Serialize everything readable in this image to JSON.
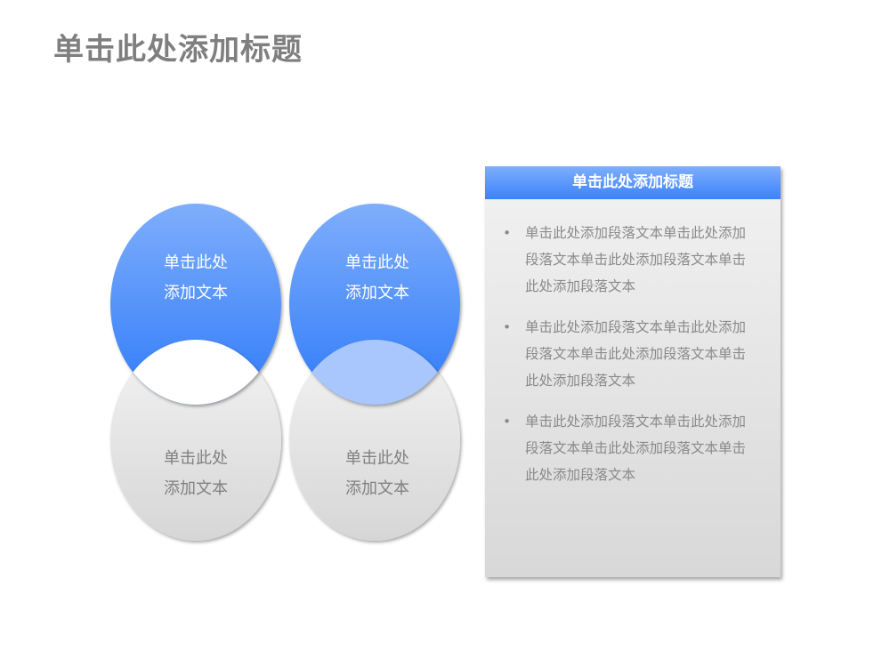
{
  "page": {
    "title": "单击此处添加标题"
  },
  "venn": {
    "colors": {
      "blue_top": "#7eaefc",
      "blue_bottom": "#2f7af8",
      "lens_blue": "#a9c7fd",
      "gray_top": "#f2f2f2",
      "gray_bottom": "#d6d6d6",
      "lens_white": "#ffffff"
    },
    "circles": [
      {
        "id": "top-left",
        "line1": "单击此处",
        "line2": "添加文本",
        "style": "blue"
      },
      {
        "id": "top-right",
        "line1": "单击此处",
        "line2": "添加文本",
        "style": "blue"
      },
      {
        "id": "bottom-left",
        "line1": "单击此处",
        "line2": "添加文本",
        "style": "gray"
      },
      {
        "id": "bottom-right",
        "line1": "单击此处",
        "line2": "添加文本",
        "style": "gray"
      }
    ]
  },
  "panel": {
    "header": "单击此处添加标题",
    "bullet_glyph": "•",
    "items": [
      {
        "text": "单击此处添加段落文本单击此处添加段落文本单击此处添加段落文本单击此处添加段落文本"
      },
      {
        "text": "单击此处添加段落文本单击此处添加段落文本单击此处添加段落文本单击此处添加段落文本"
      },
      {
        "text": "单击此处添加段落文本单击此处添加段落文本单击此处添加段落文本单击此处添加段落文本"
      }
    ]
  }
}
